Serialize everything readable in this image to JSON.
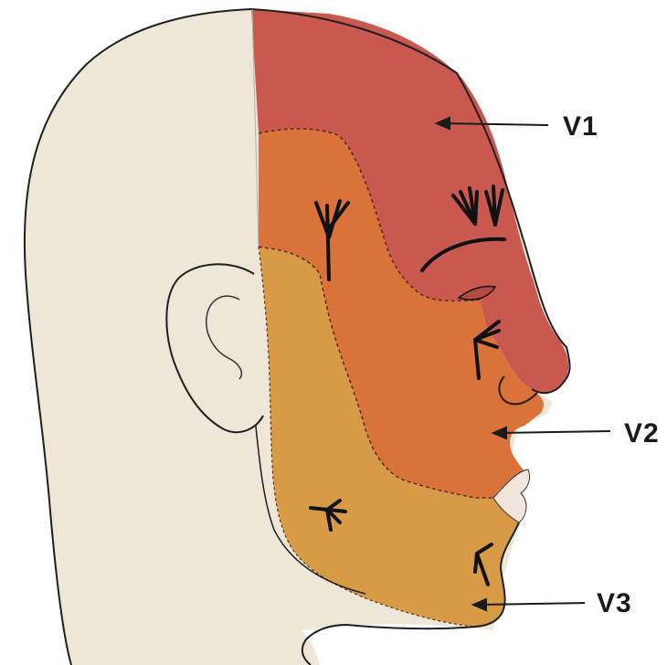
{
  "labels": {
    "v1": "V1",
    "v2": "V2",
    "v3": "V3"
  },
  "colors": {
    "skin": "#eee7d8",
    "v1": "#c9584f",
    "v2": "#d9733a",
    "v3": "#d79b45",
    "outline": "#1f1f1f"
  }
}
